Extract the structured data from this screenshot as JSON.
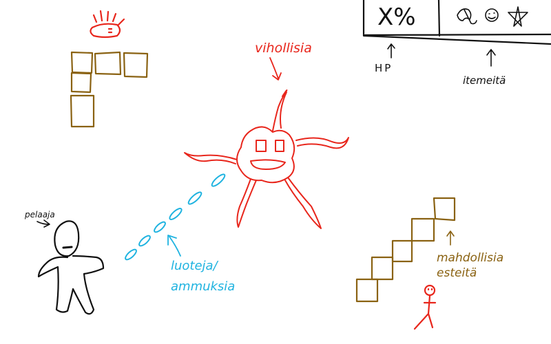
{
  "hud": {
    "hp_value": "X%",
    "hp_label": "HP",
    "items_label": "itemeitä"
  },
  "labels": {
    "enemies": "vihollisia",
    "player": "pelaaja",
    "projectiles_line1": "luoteja/",
    "projectiles_line2": "ammuksia",
    "obstacles_line1": "mahdollisia",
    "obstacles_line2": "esteitä"
  },
  "colors": {
    "ink": "#111111",
    "enemy": "#e8261c",
    "wall": "#8a6212",
    "projectile": "#1fb3e0"
  }
}
